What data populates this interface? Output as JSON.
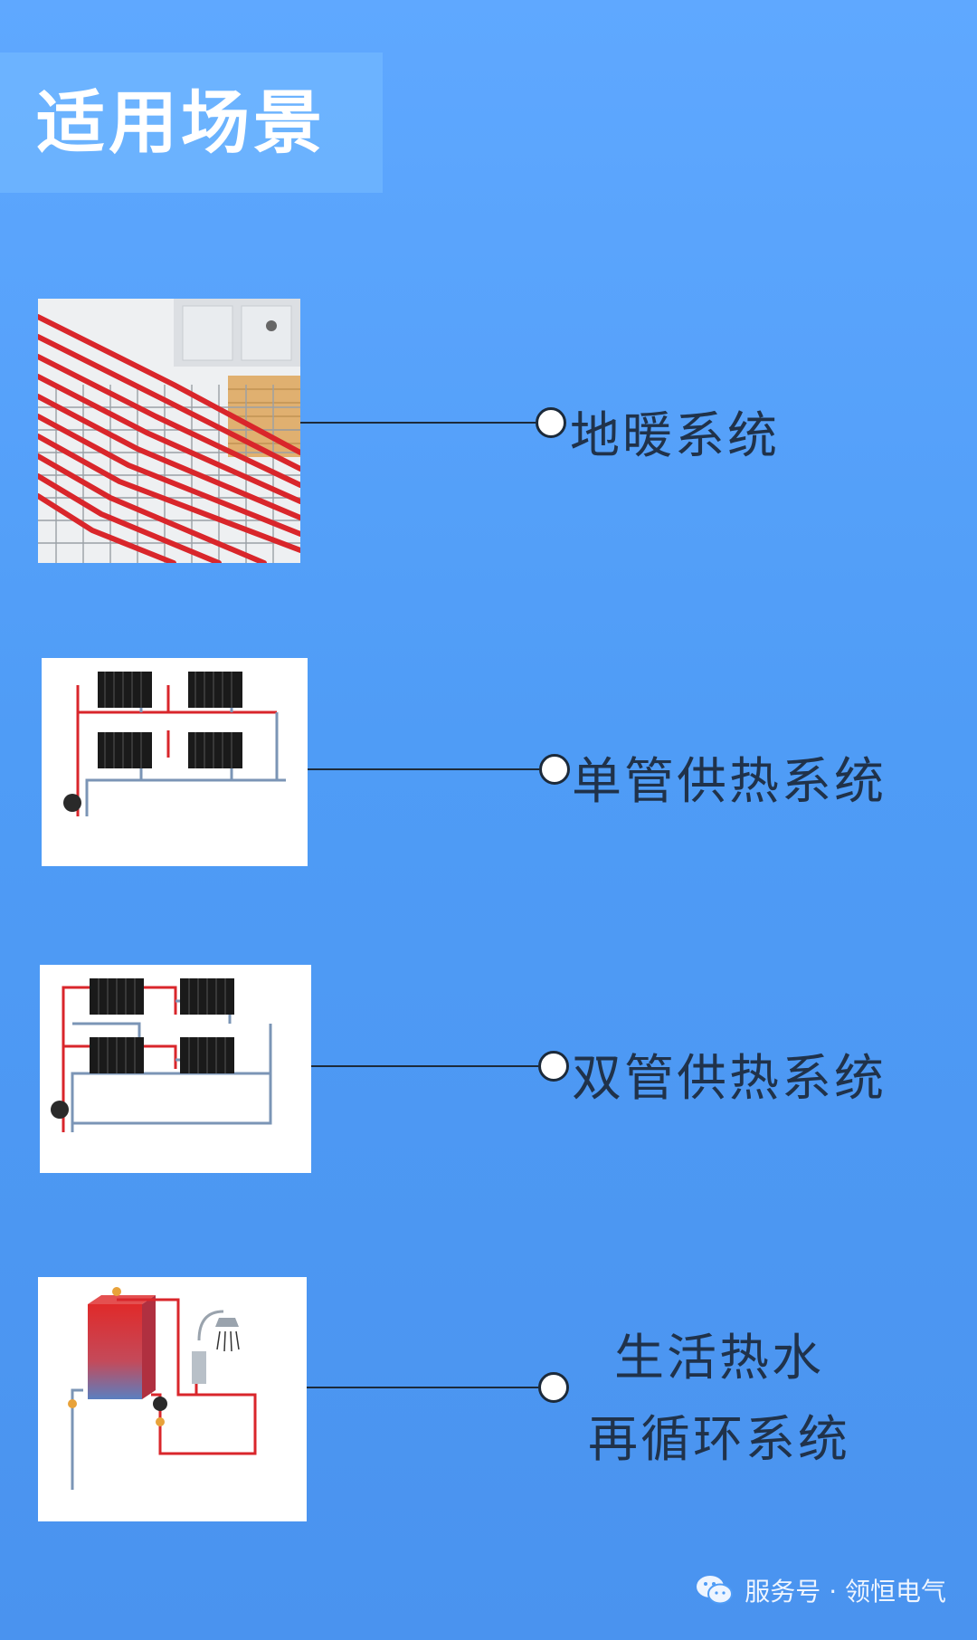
{
  "page": {
    "title": "适用场景",
    "background_top": "#5fa8ff",
    "background_bottom": "#4a93ef",
    "accent_red": "#d9262b",
    "accent_blue_pipe": "#7b95b6"
  },
  "scenarios": [
    {
      "label": "地暖系统",
      "image": "floor-heating-pipes"
    },
    {
      "label": "单管供热系统",
      "image": "single-pipe-radiator-diagram"
    },
    {
      "label": "双管供热系统",
      "image": "double-pipe-radiator-diagram"
    },
    {
      "label_line1": "生活热水",
      "label_line2": "再循环系统",
      "image": "hot-water-recirculation-diagram"
    }
  ],
  "watermark": {
    "icon": "wechat-icon",
    "text": "服务号 · 领恒电气"
  }
}
